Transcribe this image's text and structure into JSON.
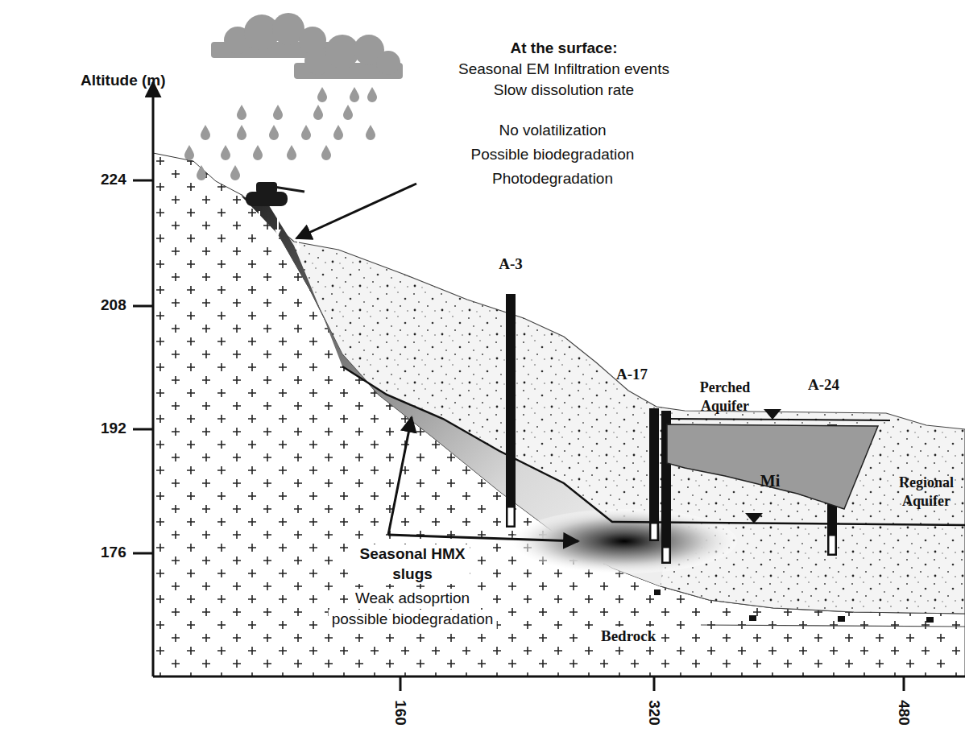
{
  "diagram": {
    "nodes": [
      {
        "text": [
          "Mi"
        ]
      }
    ],
    "labels": [
      "Altitude (m)",
      "224",
      "208",
      "192",
      "176",
      "160",
      "320",
      "480",
      "At the surface:",
      "Seasonal EM Infiltration events",
      "Slow dissolution rate",
      "No volatilization",
      "Possible biodegradation",
      "Photodegradation",
      "A-3",
      "A-17",
      "Perched Aquifer",
      "A-24",
      "Regional Aquifer",
      "Seasonal HMX slugs",
      "Weak adsoprtion",
      "possible biodegradation",
      "Bedrock"
    ]
  }
}
